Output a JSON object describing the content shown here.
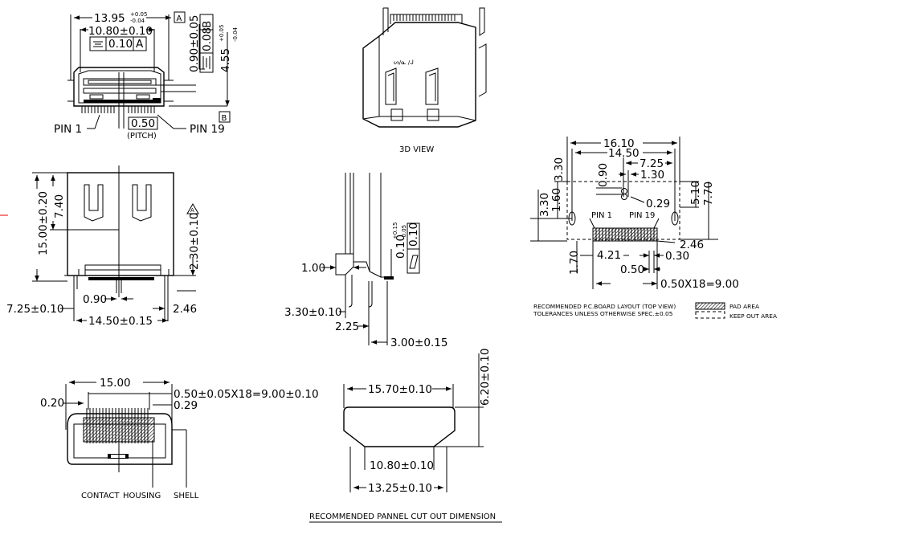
{
  "front_view": {
    "dim_width": "13.95",
    "dim_width_tol_upper": "+0.05",
    "dim_width_tol_lower": "-0.04",
    "datum_a": "A",
    "dim_opening": "10.80±0.10",
    "tol_flat_val": "0.10",
    "tol_flat_ref": "A",
    "dim_h_top": "0.90±0.05",
    "tol_par_val": "0.08",
    "tol_par_ref": "B",
    "dim_height": "4.55",
    "dim_height_tol_upper": "+0.05",
    "dim_height_tol_lower": "-0.04",
    "datum_b": "B",
    "pin1": "PIN 1",
    "pin19": "PIN 19",
    "pitch_val": "0.50",
    "pitch_label": "(PITCH)"
  },
  "iso_view": {
    "label": "3D VIEW",
    "marking": "ᔕ/ᓇ /ᒍ"
  },
  "top_view": {
    "dim_total_h": "15.00±0.20",
    "dim_upper": "7.40",
    "dim_tail": "2.30±0.10",
    "note_tri": "A",
    "dim_offset": "7.25±0.10",
    "dim_pitch": "0.90",
    "dim_peg": "2.46",
    "dim_span": "14.50±0.15"
  },
  "side_view": {
    "dim_lead": "1.00",
    "dim_lead_t": "0.10",
    "dim_lead_t_upper": "+0.15",
    "dim_lead_t_lower": "-0.05",
    "tol_flat": "0.10",
    "dim_330": "3.30±0.10",
    "dim_225": "2.25",
    "dim_300": "3.00±0.15"
  },
  "rear_view": {
    "dim_width": "15.00",
    "dim_pitch": "0.50±0.05X18=9.00±0.10",
    "dim_left": "0.20",
    "dim_pin": "0.29",
    "label_contact": "CONTACT",
    "label_housing": "HOUSING",
    "label_shell": "SHELL"
  },
  "panel_cutout": {
    "dim_top": "15.70±0.10",
    "dim_height": "6.20±0.10",
    "dim_bottom": "10.80±0.10",
    "dim_base": "13.25±0.10",
    "caption": "RECOMMENDED PANNEL CUT OUT DIMENSION"
  },
  "pcb_layout": {
    "d1610": "16.10",
    "d1450": "14.50",
    "d725": "7.25",
    "d090": "0.90",
    "d130": "1.30",
    "d330a": "3.30",
    "d330b": "3.30",
    "d160": "1.60",
    "d510": "5.10",
    "d770": "7.70",
    "d029": "0.29",
    "pin1": "PIN 1",
    "pin19": "PIN 19",
    "d246": "2.46",
    "d170": "1.70",
    "d421": "4.21",
    "d030": "0.30",
    "d050": "0.50",
    "d_pitch": "0.50X18=9.00",
    "note1": "RECOMMENDED P.C.BOARD LAYOUT (TOP VIEW)",
    "note2": "TOLERANCES UNLESS OTHERWISE SPEC.±0.05",
    "legend_pad": "PAD AREA",
    "legend_keep": "KEEP OUT AREA"
  }
}
